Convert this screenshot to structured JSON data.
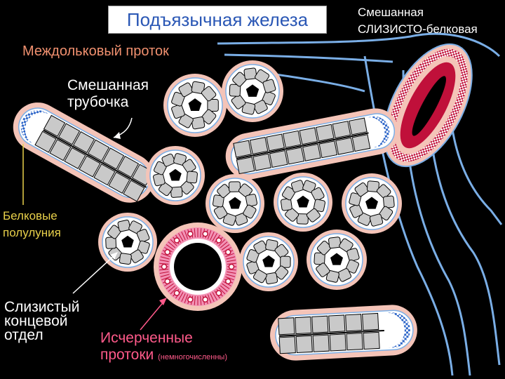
{
  "title": "Подъязычная железа",
  "labels": {
    "mixed_top": "Смешанная\nСЛИЗИСТО-белковая",
    "interlobular_duct": "Междольковый проток",
    "mixed_tubule": "Смешанная\nтрубочка",
    "serous_demilunes": "Белковые\nполулуния",
    "mucous_end": "Слизистый\nконцевой\nотдел",
    "striated_line1": "Исчерченные",
    "striated_line2": "протоки",
    "striated_note": "(немногочисленны)"
  },
  "colors": {
    "background": "#000000",
    "title_text": "#2a57b5",
    "duct_label": "#f0906f",
    "demilune_label": "#e8d04a",
    "striated_label": "#ff5a8a",
    "connective_tissue": "#f4c4b8",
    "acinus_border": "#e8a4a0",
    "cell_fill": "#c9c9c9",
    "duct_epithelium": "#c0103a",
    "duct_lines": "#7aaee6"
  }
}
